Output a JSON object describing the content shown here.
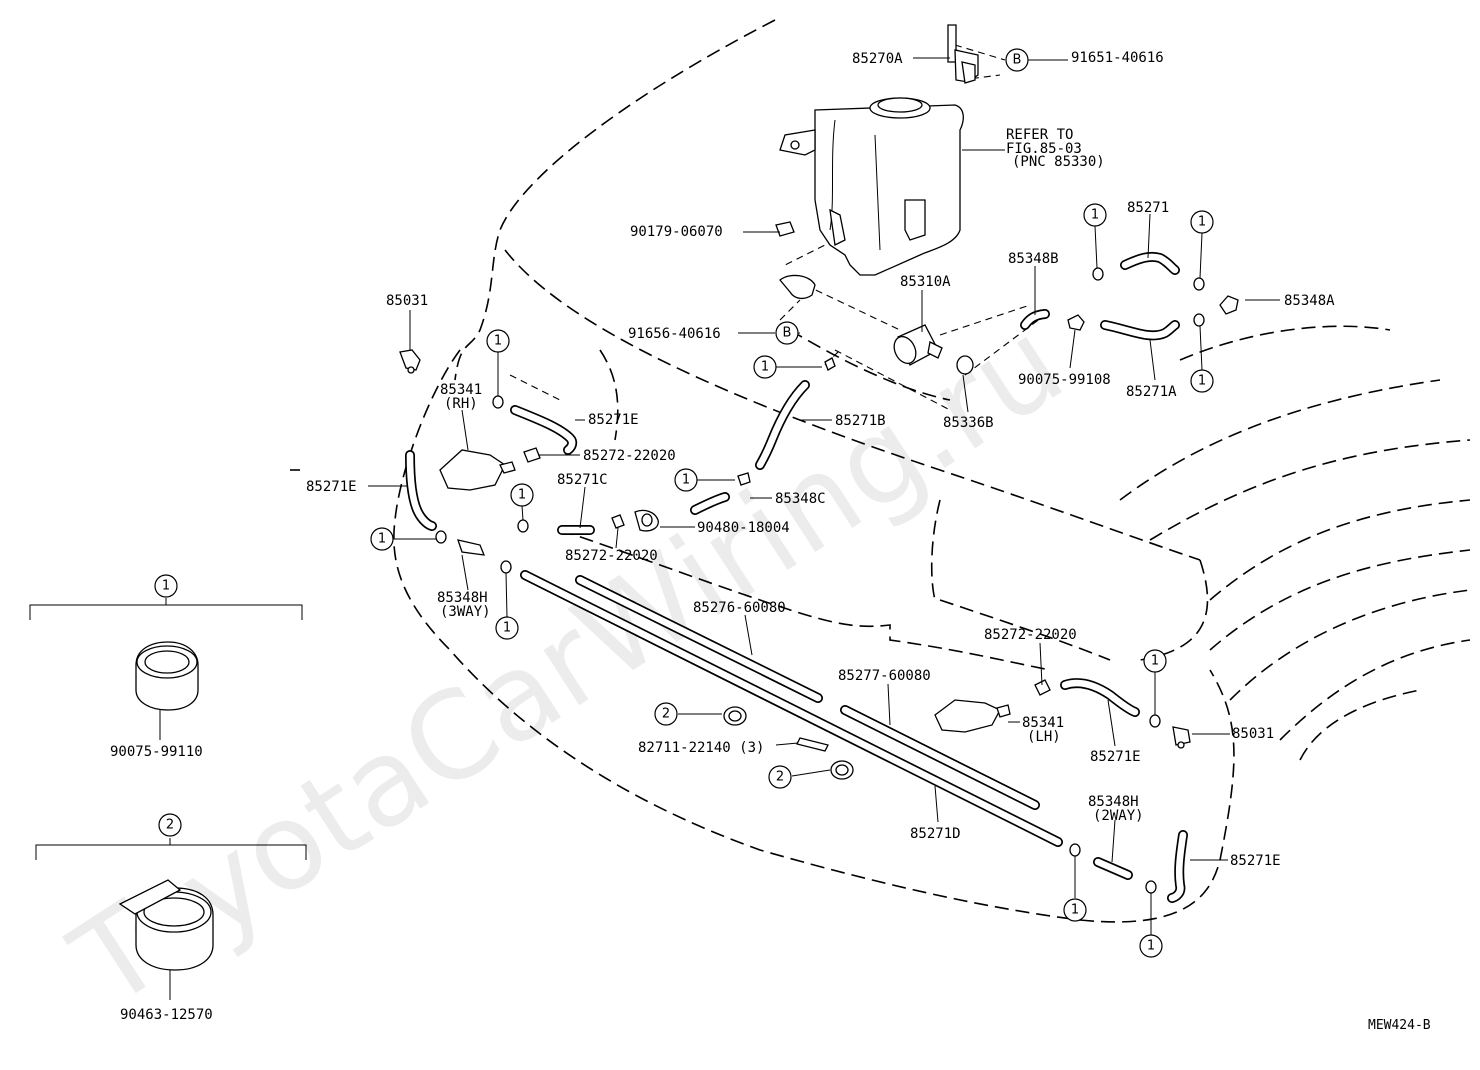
{
  "watermark": "ToyotaCarWiring.ru",
  "figure_code": "MEW424-B",
  "refer_note": {
    "line1": "REFER TO",
    "line2": "FIG.85-03",
    "line3": "(PNC 85330)"
  },
  "marks": {
    "one": "1",
    "two": "2",
    "b": "B"
  },
  "labels": {
    "p85270A": "85270A",
    "p91651": "91651-40616",
    "p90179": "90179-06070",
    "p85271": "85271",
    "p85348B": "85348B",
    "p85310A": "85310A",
    "p85348A": "85348A",
    "p85031_top": "85031",
    "p91656": "91656-40616",
    "p90075_99108": "90075-99108",
    "p85271A": "85271A",
    "p85336B": "85336B",
    "p85341_rh": "85341",
    "p85341_rh_sub": "(RH)",
    "p85271E_1": "85271E",
    "p85271B": "85271B",
    "p85272_1": "85272-22020",
    "p85271E_2": "85271E",
    "p85271C": "85271C",
    "p85348C": "85348C",
    "p90480": "90480-18004",
    "p85272_2": "85272-22020",
    "p85348H_3way": "85348H",
    "p85348H_3way_sub": "(3WAY)",
    "p85276": "85276-60080",
    "p85272_3": "85272-22020",
    "p85277": "85277-60080",
    "p85341_lh": "85341",
    "p85341_lh_sub": "(LH)",
    "p85031_bottom": "85031",
    "p82711": "82711-22140 (3)",
    "p85271E_3": "85271E",
    "p85348H_2way": "85348H",
    "p85348H_2way_sub": "(2WAY)",
    "p85271D": "85271D",
    "p85271E_4": "85271E",
    "p90075_99110": "90075-99110",
    "p90463": "90463-12570"
  },
  "icons": {
    "tank": "washer-tank-icon",
    "pump": "washer-pump-icon",
    "nozzle": "washer-nozzle-icon",
    "clamp": "hose-clamp-icon",
    "band": "hose-band-icon"
  }
}
